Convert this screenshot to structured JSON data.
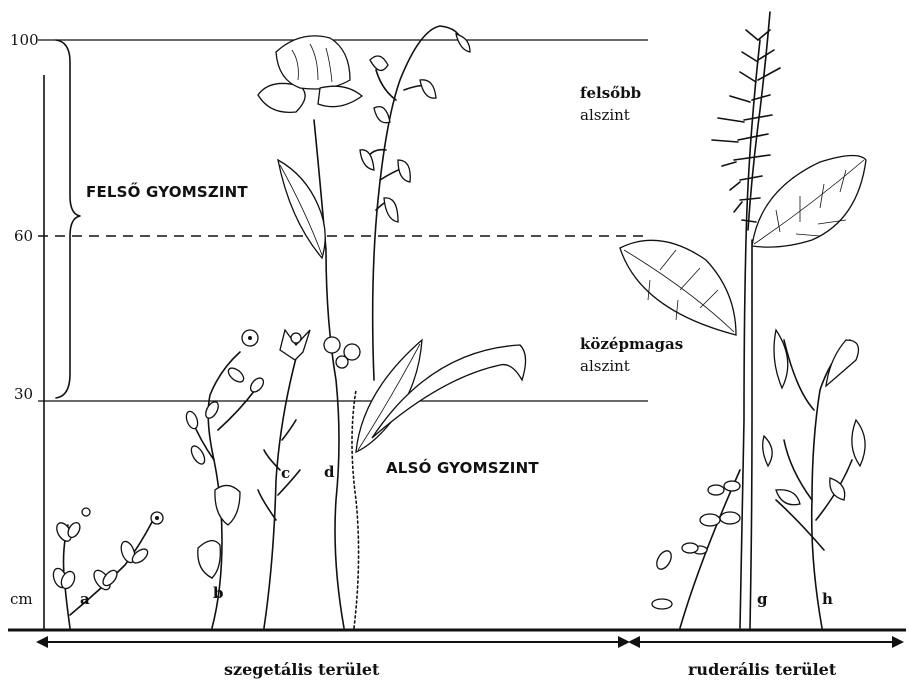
{
  "scale": {
    "ticks": [
      {
        "label": "100",
        "value": 100
      },
      {
        "label": "60",
        "value": 60
      },
      {
        "label": "30",
        "value": 30
      }
    ],
    "unit": "cm"
  },
  "levels": {
    "upper_weed_level": "FELSŐ GYOMSZINT",
    "lower_weed_level": "ALSÓ GYOMSZINT",
    "upper_sublevel_title": "felsőbb",
    "upper_sublevel_sub": "alszint",
    "middle_sublevel_title": "középmagas",
    "middle_sublevel_sub": "alszint"
  },
  "plant_letters": [
    "a",
    "b",
    "c",
    "d",
    "g",
    "h"
  ],
  "areas": {
    "segetal": "szegetális terület",
    "ruderal": "ruderális terület"
  }
}
